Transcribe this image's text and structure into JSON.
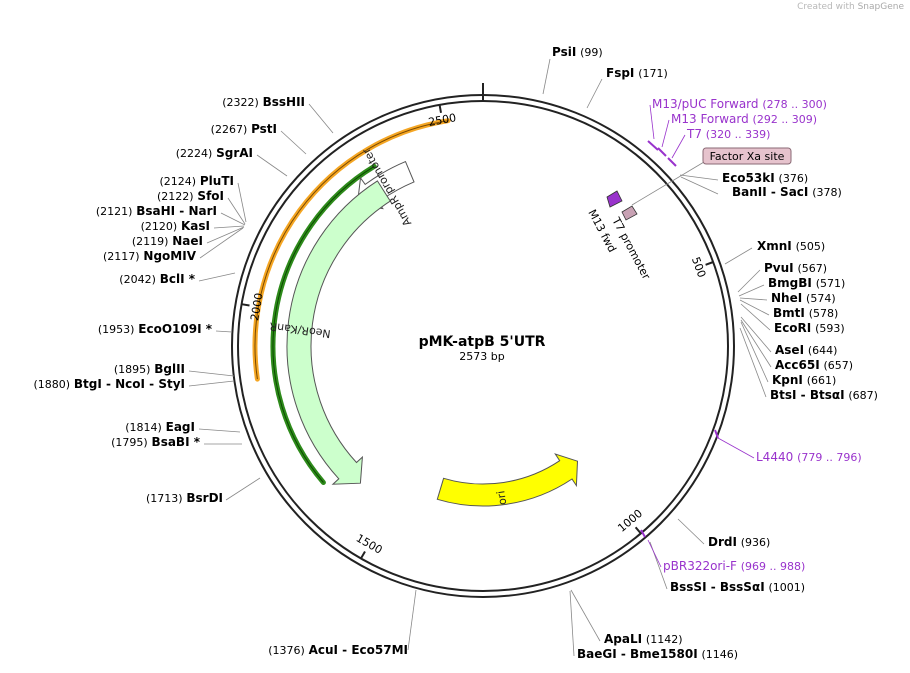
{
  "watermark": {
    "prefix": "Created with",
    "brand": "SnapGene"
  },
  "plasmid": {
    "name": "pMK-atpB 5'UTR",
    "length_label": "2573 bp"
  },
  "ticks": [
    {
      "label": "500",
      "pos": 500
    },
    {
      "label": "1000",
      "pos": 1000
    },
    {
      "label": "1500",
      "pos": 1500
    },
    {
      "label": "2000",
      "pos": 2000
    },
    {
      "label": "2500",
      "pos": 2500
    }
  ],
  "features": [
    {
      "id": "ampr-promoter",
      "label": "AmpR promoter",
      "color": "#ffffff",
      "stroke": "#555555",
      "start": 2410,
      "end": 2275
    },
    {
      "id": "neor-kanr",
      "label": "NeoR/KanR",
      "color": "#ccffcc",
      "stroke": "#555555",
      "start": 2340,
      "end": 1585
    },
    {
      "id": "ori",
      "label": "ori",
      "color": "#ffff00",
      "stroke": "#555555",
      "start": 1405,
      "end": 1005
    }
  ],
  "orfs": [
    {
      "id": "orf-orange",
      "color": "#f5a623",
      "start": 2510,
      "end": 1870
    },
    {
      "id": "orf-green",
      "color": "#2d8a1a",
      "start": 2350,
      "end": 1640
    }
  ],
  "small_features": [
    {
      "id": "m13-fwd",
      "label": "M13 fwd",
      "color": "#9933cc"
    },
    {
      "id": "t7-promoter",
      "label": "T7 promoter",
      "color": "#c8a2b4"
    },
    {
      "id": "factor-xa",
      "label": "Factor Xa site",
      "color": "#e6c3cd"
    }
  ],
  "primers": [
    {
      "name": "M13/pUC Forward",
      "range": "(278 .. 300)"
    },
    {
      "name": "M13 Forward",
      "range": "(292 .. 309)"
    },
    {
      "name": "T7",
      "range": "(320 .. 339)"
    },
    {
      "name": "L4440",
      "range": "(779 .. 796)"
    },
    {
      "name": "pBR322ori-F",
      "range": "(969 .. 988)"
    }
  ],
  "sites": [
    {
      "name": "PsiI",
      "pos": "(99)"
    },
    {
      "name": "FspI",
      "pos": "(171)"
    },
    {
      "name": "Eco53kI",
      "pos": "(376)"
    },
    {
      "name": "BanII  -  SacI",
      "pos": "(378)"
    },
    {
      "name": "XmnI",
      "pos": "(505)"
    },
    {
      "name": "PvuI",
      "pos": "(567)"
    },
    {
      "name": "BmgBI",
      "pos": "(571)"
    },
    {
      "name": "NheI",
      "pos": "(574)"
    },
    {
      "name": "BmtI",
      "pos": "(578)"
    },
    {
      "name": "EcoRI",
      "pos": "(593)"
    },
    {
      "name": "AseI",
      "pos": "(644)"
    },
    {
      "name": "Acc65I",
      "pos": "(657)"
    },
    {
      "name": "KpnI",
      "pos": "(661)"
    },
    {
      "name": "BtsI  -  BtsαI",
      "pos": "(687)"
    },
    {
      "name": "DrdI",
      "pos": "(936)"
    },
    {
      "name": "BssSI  -  BssSαI",
      "pos": "(1001)"
    },
    {
      "name": "ApaLI",
      "pos": "(1142)"
    },
    {
      "name": "BaeGI  -  Bme1580I",
      "pos": "(1146)"
    },
    {
      "name": "AcuI  -  Eco57MI",
      "pos": "(1376)"
    },
    {
      "name": "BsrDI",
      "pos": "(1713)"
    },
    {
      "name": "BsaBI *",
      "pos": "(1795)"
    },
    {
      "name": "EagI",
      "pos": "(1814)"
    },
    {
      "name": "BtgI  -  NcoI  -  StyI",
      "pos": "(1880)"
    },
    {
      "name": "BglII",
      "pos": "(1895)"
    },
    {
      "name": "EcoO109I *",
      "pos": "(1953)"
    },
    {
      "name": "BclI *",
      "pos": "(2042)"
    },
    {
      "name": "NgoMIV",
      "pos": "(2117)"
    },
    {
      "name": "NaeI",
      "pos": "(2119)"
    },
    {
      "name": "KasI",
      "pos": "(2120)"
    },
    {
      "name": "BsaHI  -  NarI",
      "pos": "(2121)"
    },
    {
      "name": "SfoI",
      "pos": "(2122)"
    },
    {
      "name": "PluTI",
      "pos": "(2124)"
    },
    {
      "name": "SgrAI",
      "pos": "(2224)"
    },
    {
      "name": "PstI",
      "pos": "(2267)"
    },
    {
      "name": "BssHII",
      "pos": "(2322)"
    }
  ],
  "colors": {
    "ring": "#222222",
    "primer": "#9933cc",
    "leader": "#888888"
  }
}
